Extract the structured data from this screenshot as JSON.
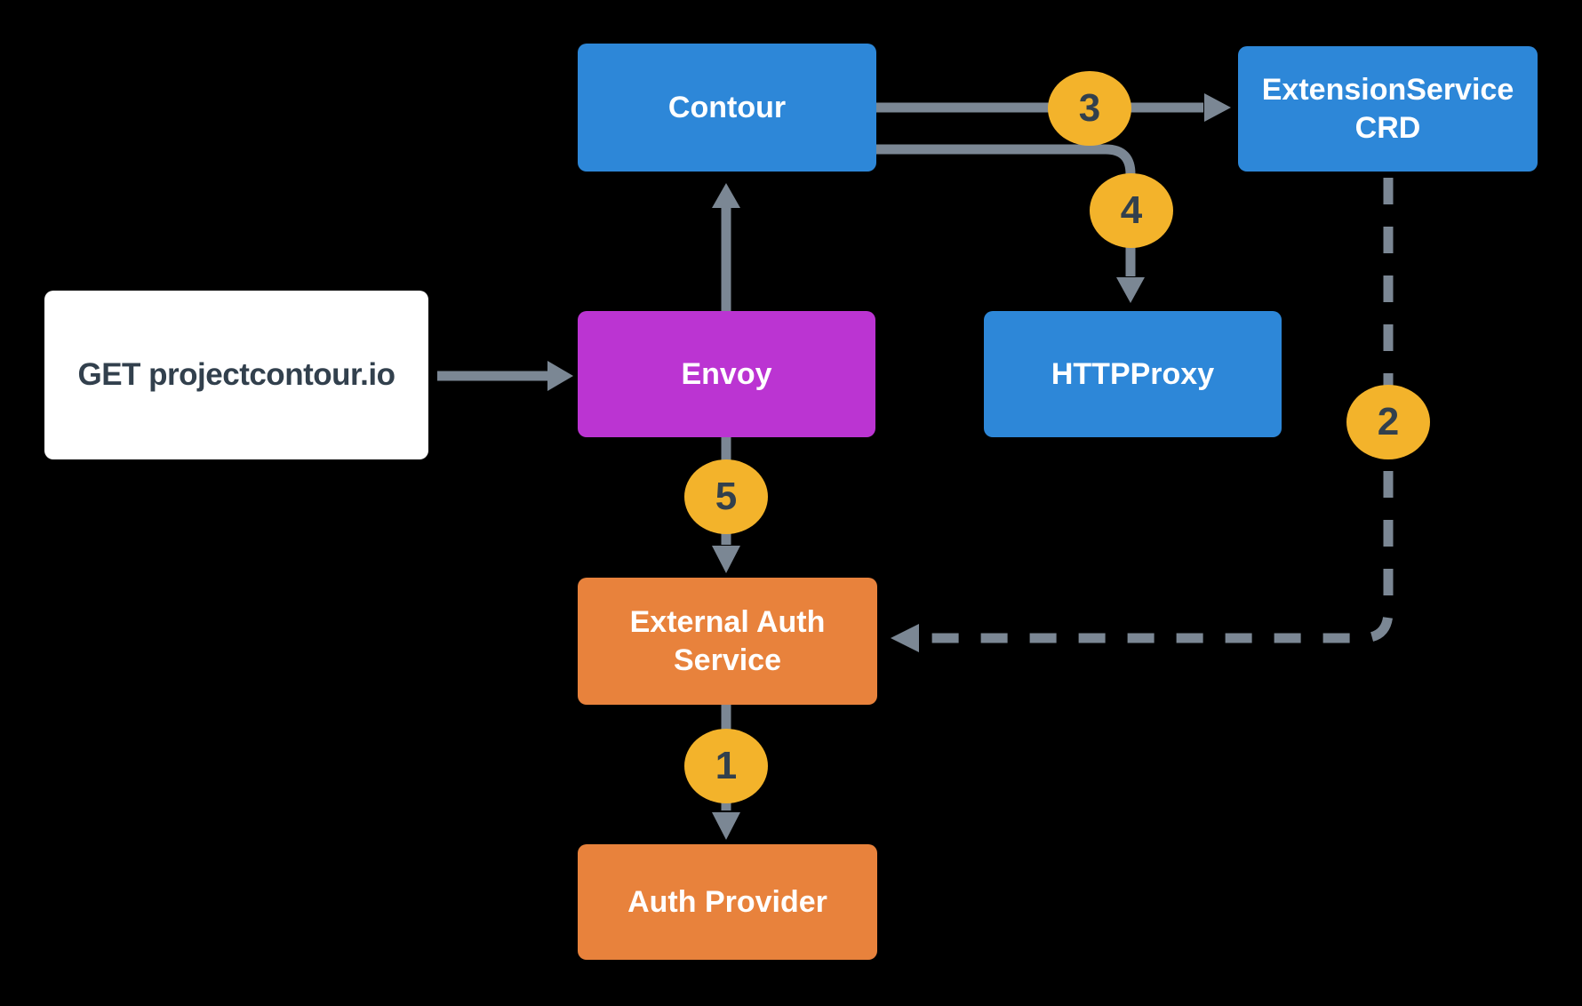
{
  "colors": {
    "bg": "#000000",
    "blue": "#2d87d8",
    "magenta": "#bb34d2",
    "orange": "#e8823c",
    "yellow": "#f3b32b",
    "line": "#7b8794",
    "dark": "#32404d",
    "white": "#ffffff"
  },
  "nodes": {
    "get_request": {
      "label": "GET projectcontour.io"
    },
    "contour": {
      "label": "Contour"
    },
    "extension_service_crd": {
      "label": "ExtensionService CRD"
    },
    "envoy": {
      "label": "Envoy"
    },
    "httpproxy": {
      "label": "HTTPProxy"
    },
    "external_auth_service": {
      "label": "External Auth Service"
    },
    "auth_provider": {
      "label": "Auth Provider"
    }
  },
  "steps": {
    "step1": "1",
    "step2": "2",
    "step3": "3",
    "step4": "4",
    "step5": "5"
  }
}
